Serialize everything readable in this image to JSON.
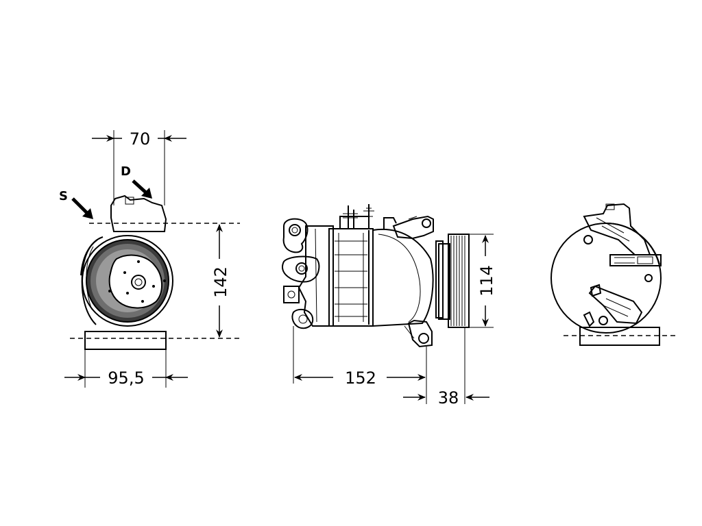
{
  "labels": {
    "suction": "S",
    "discharge": "D"
  },
  "dimensions": {
    "front_top_width": "70",
    "front_height": "142",
    "front_base_width": "95,5",
    "side_length": "152",
    "side_pulley_height": "114",
    "side_pulley_width": "38"
  },
  "icons": {
    "suction_arrow": "arrow-down-right-icon",
    "discharge_arrow": "arrow-down-right-icon"
  }
}
